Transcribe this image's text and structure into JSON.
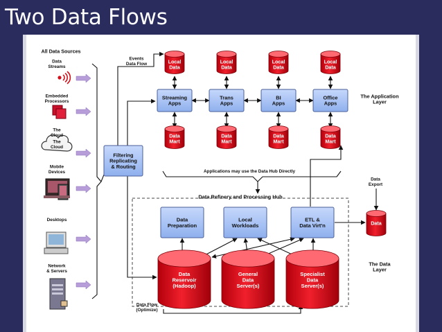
{
  "slide": {
    "title": "Two Data Flows"
  },
  "sources": {
    "header": "All Data Sources",
    "items": [
      {
        "name": "data-streams",
        "label": [
          "Data",
          "Streams"
        ],
        "icon": "signal-icon"
      },
      {
        "name": "embedded-processors",
        "label": [
          "Embedded",
          "Processors"
        ],
        "icon": "chip-icon"
      },
      {
        "name": "cloud",
        "label": [
          "The",
          "Cloud"
        ],
        "icon": "cloud-icon"
      },
      {
        "name": "mobile-devices",
        "label": [
          "Mobile",
          "Devices"
        ],
        "icon": "mobile-devices-icon"
      },
      {
        "name": "desktops",
        "label": [
          "Desktops"
        ],
        "icon": "desktop-icon"
      },
      {
        "name": "network-servers",
        "label": [
          "Network",
          "& Servers"
        ],
        "icon": "server-icon"
      }
    ]
  },
  "events_flow_label": [
    "Events",
    "Data Flow"
  ],
  "filtering": {
    "label": [
      "Filtering",
      "Replicating",
      "& Routing"
    ]
  },
  "local_data": [
    [
      "Local",
      "Data"
    ],
    [
      "Local",
      "Data"
    ],
    [
      "Local",
      "Data"
    ],
    [
      "Local",
      "Data"
    ]
  ],
  "apps": [
    [
      "Streaming",
      "Apps"
    ],
    [
      "Trans",
      "Apps"
    ],
    [
      "BI",
      "Apps"
    ],
    [
      "Office",
      "Apps"
    ]
  ],
  "data_marts": [
    [
      "Data",
      "Mart"
    ],
    [
      "Data",
      "Mart"
    ],
    [
      "Data",
      "Mart"
    ],
    [
      "Data",
      "Mart"
    ]
  ],
  "application_layer": [
    "The Application",
    "Layer"
  ],
  "hub_note": "Applications may use the Data Hub Directly",
  "hub": {
    "title": "Data Refinery and Processing Hub",
    "boxes": [
      [
        "Data",
        "Preparation"
      ],
      [
        "Local",
        "Workloads"
      ],
      [
        "ETL &",
        "Data Virt'n"
      ]
    ],
    "servers": [
      [
        "Data",
        "Reservoir",
        "(Hadoop)"
      ],
      [
        "General",
        "Data",
        "Server(s)"
      ],
      [
        "Specialist",
        "Data",
        "Server(s)"
      ]
    ]
  },
  "data_export": {
    "label": [
      "Data",
      "Export"
    ],
    "store": "Data"
  },
  "data_layer": [
    "The Data",
    "Layer"
  ],
  "optimize_flow": [
    "Data Flow",
    "(Optimize)"
  ],
  "colors": {
    "title_bar": "#2a2c5e",
    "app_box": "#a9c4f5",
    "cylinder_red": "#e8101e",
    "cylinder_top": "#ff6a72",
    "source_arrow": "#b79ed9"
  }
}
